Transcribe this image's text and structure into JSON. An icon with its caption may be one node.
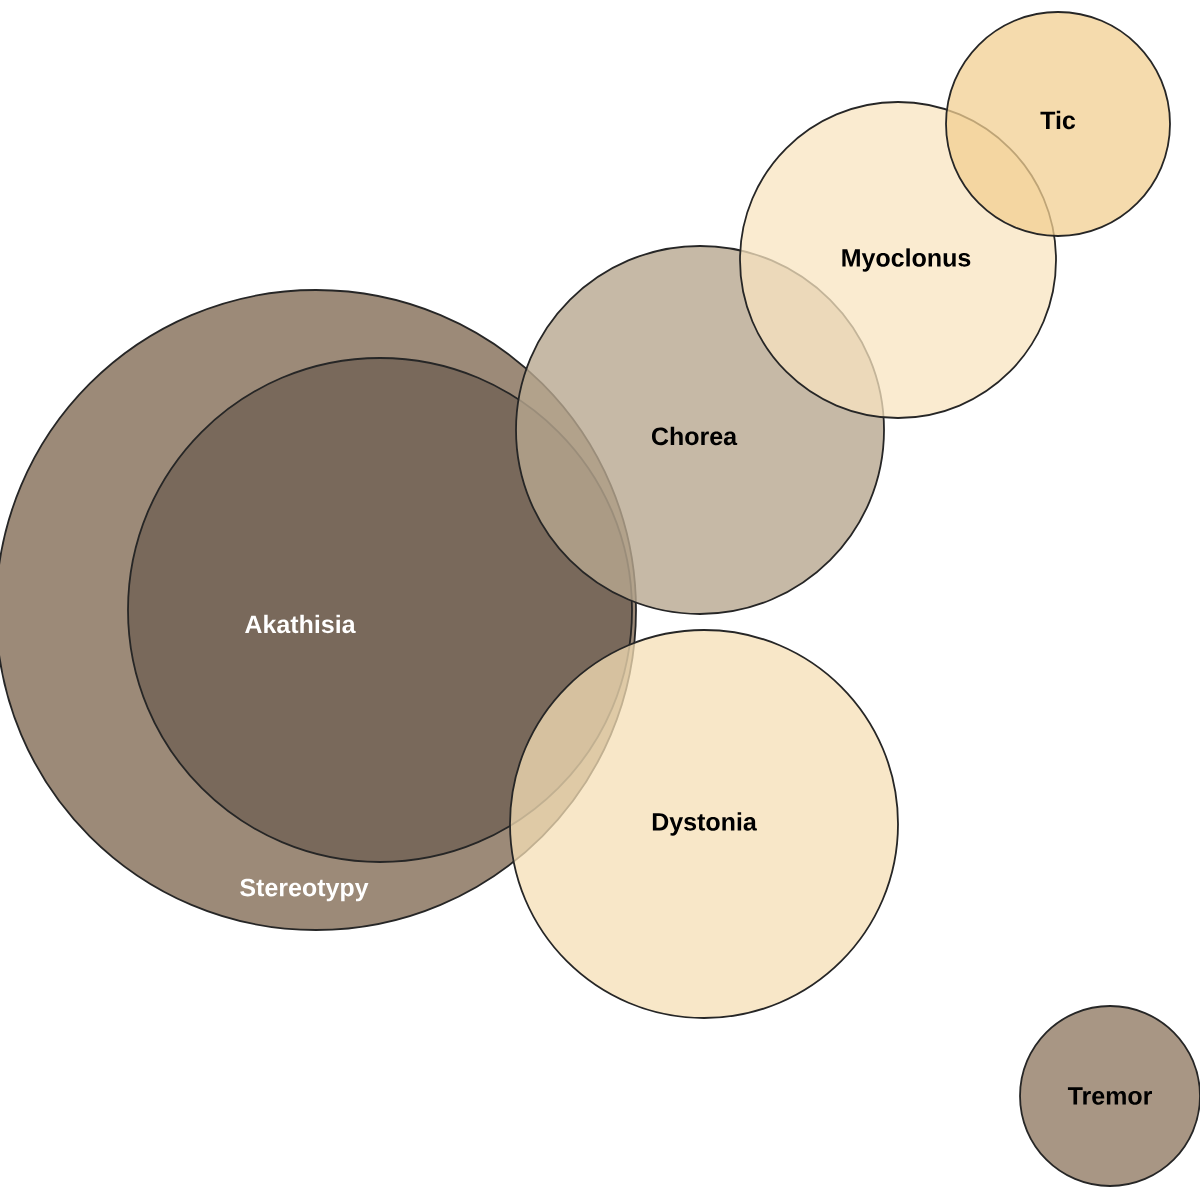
{
  "diagram": {
    "nodes": [
      {
        "text": [
          "Stereotypy"
        ]
      },
      {
        "text": [
          "Akathisia"
        ],
        "in": 0
      },
      {
        "text": [
          "Chorea"
        ]
      },
      {
        "text": [
          "Myoclonus"
        ]
      },
      {
        "text": [
          "Tic"
        ]
      },
      {
        "text": [
          "Dystonia"
        ]
      },
      {
        "text": [
          "Tremor"
        ]
      }
    ]
  }
}
